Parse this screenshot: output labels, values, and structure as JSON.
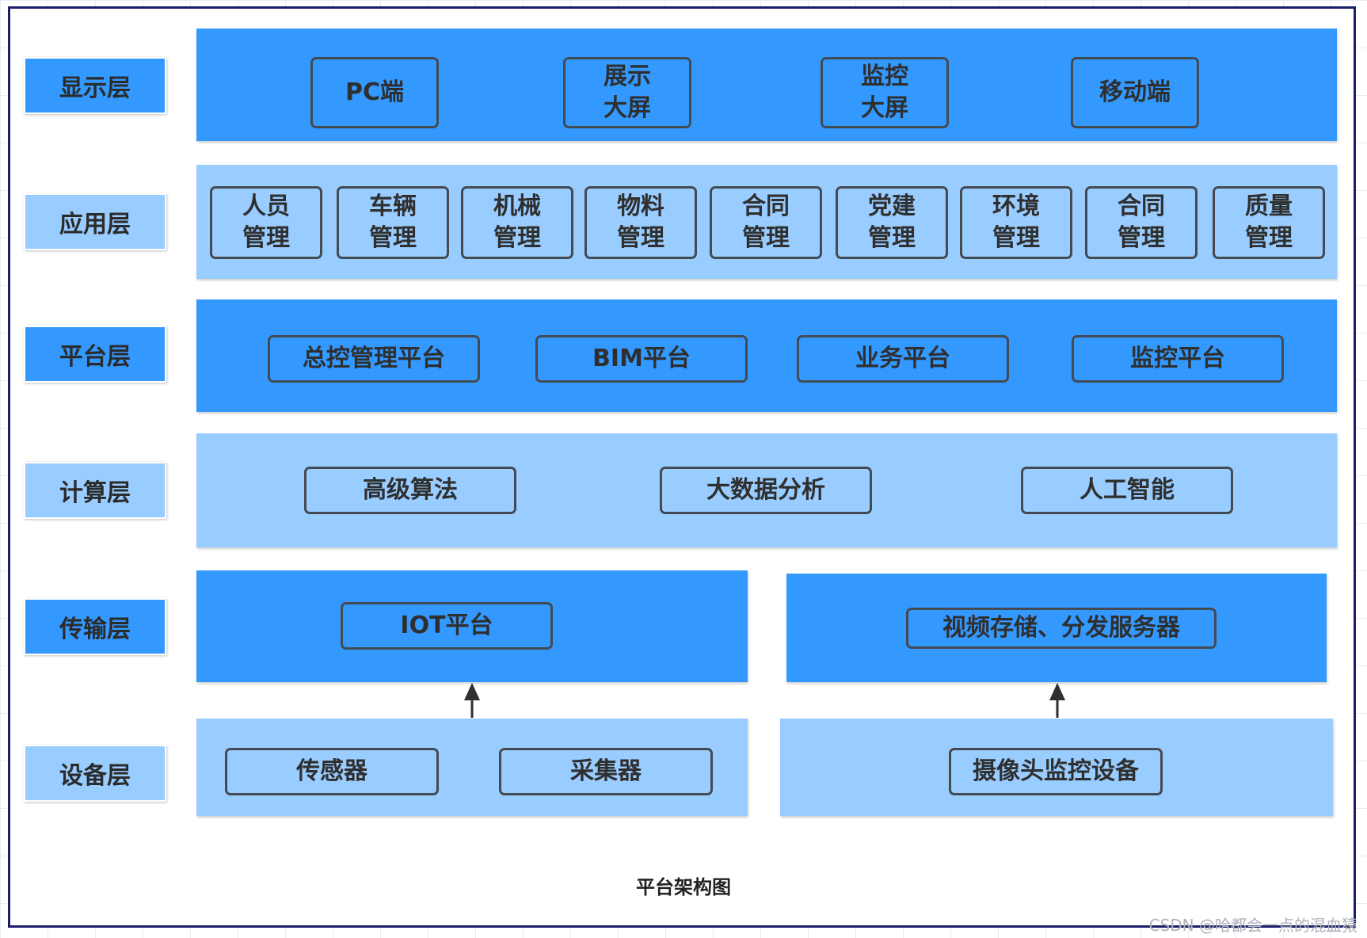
{
  "layers": [
    {
      "id": "display",
      "label": "显示层",
      "tone": "dark",
      "items": [
        {
          "lines": [
            "PC端"
          ]
        },
        {
          "lines": [
            "展示",
            "大屏"
          ]
        },
        {
          "lines": [
            "监控",
            "大屏"
          ]
        },
        {
          "lines": [
            "移动端"
          ]
        }
      ]
    },
    {
      "id": "application",
      "label": "应用层",
      "tone": "light",
      "items": [
        {
          "lines": [
            "人员",
            "管理"
          ]
        },
        {
          "lines": [
            "车辆",
            "管理"
          ]
        },
        {
          "lines": [
            "机械",
            "管理"
          ]
        },
        {
          "lines": [
            "物料",
            "管理"
          ]
        },
        {
          "lines": [
            "合同",
            "管理"
          ]
        },
        {
          "lines": [
            "党建",
            "管理"
          ]
        },
        {
          "lines": [
            "环境",
            "管理"
          ]
        },
        {
          "lines": [
            "合同",
            "管理"
          ]
        },
        {
          "lines": [
            "质量",
            "管理"
          ]
        }
      ]
    },
    {
      "id": "platform",
      "label": "平台层",
      "tone": "dark",
      "items": [
        {
          "lines": [
            "总控管理平台"
          ]
        },
        {
          "lines": [
            "BIM平台"
          ]
        },
        {
          "lines": [
            "业务平台"
          ]
        },
        {
          "lines": [
            "监控平台"
          ]
        }
      ]
    },
    {
      "id": "compute",
      "label": "计算层",
      "tone": "light",
      "items": [
        {
          "lines": [
            "高级算法"
          ]
        },
        {
          "lines": [
            "大数据分析"
          ]
        },
        {
          "lines": [
            "人工智能"
          ]
        }
      ]
    },
    {
      "id": "transport",
      "label": "传输层",
      "tone": "dark",
      "items": [
        {
          "lines": [
            "IOT平台"
          ]
        },
        {
          "lines": [
            "视频存储、分发服务器"
          ]
        }
      ]
    },
    {
      "id": "device",
      "label": "设备层",
      "tone": "light",
      "items": [
        {
          "lines": [
            "传感器"
          ]
        },
        {
          "lines": [
            "采集器"
          ]
        },
        {
          "lines": [
            "摄像头监控设备"
          ]
        }
      ]
    }
  ],
  "caption": "平台架构图",
  "watermark": "CSDN @哈都会一点的混血猿",
  "colors": {
    "dark": "#3399ff",
    "light": "#99ccff",
    "border": "#444a52",
    "frame": "#1b1f6b"
  }
}
